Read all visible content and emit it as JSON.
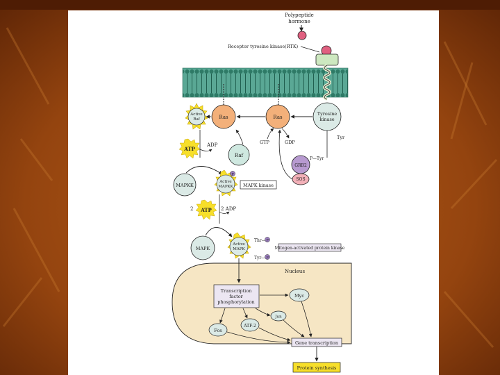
{
  "colors": {
    "bg_dark": "#6a2a08",
    "bg_mid": "#a24e14",
    "bg_light": "#c06a22",
    "membrane": "#4f9e8a",
    "ras": "#f3b07a",
    "raf": "#cfe8e0",
    "mapkk": "#dbeae6",
    "yellow": "#f7df2a",
    "grb2": "#b79ad0",
    "sos": "#f2b0b8",
    "nucleus": "#f6e6c4",
    "label_box": "#ece6f2",
    "hormone": "#e06080",
    "rtk": "#cde8c0"
  },
  "diagram": {
    "hormone_label": [
      "Polypeptide",
      "hormone"
    ],
    "rtk_label": "Receptor tyrosine kinase(RTK)",
    "active_raf": [
      "Active",
      "Raf"
    ],
    "ras_left": "Ras",
    "ras_right": "Ras",
    "tyrosine_kinase": [
      "Tyrosine",
      "kinase"
    ],
    "tyr": "Tyr",
    "atp1": "ATP",
    "adp1": "ADP",
    "raf": "Raf",
    "gtp": "GTP",
    "gdp": "GDP",
    "p_tyr": "P—Tyr",
    "grb2": "GRB2",
    "sos": "SOS",
    "mapkk": "MAPKK",
    "active_mapkk": [
      "Active",
      "MAPKK"
    ],
    "mapk_kinase": "MAPK kinase",
    "atp2_coef": "2",
    "atp2": "ATP",
    "adp2": "2 ADP",
    "mapk": "MAPK",
    "active_mapk": [
      "Active",
      "MAPK"
    ],
    "thr_p": "Thr—",
    "tyr_p": "Tyr—",
    "mito_label": "Mitogen-activated protein kinase",
    "nucleus": "Nucleus",
    "tf_label": [
      "Transcription",
      "factor",
      "phosphorylation"
    ],
    "myc": "Myc",
    "jun": "Jun",
    "atf2": "ATF-2",
    "fos": "Fos",
    "gene_transcription": "Gene transcription",
    "protein_synthesis": "Protein synthesis",
    "p": "P"
  }
}
